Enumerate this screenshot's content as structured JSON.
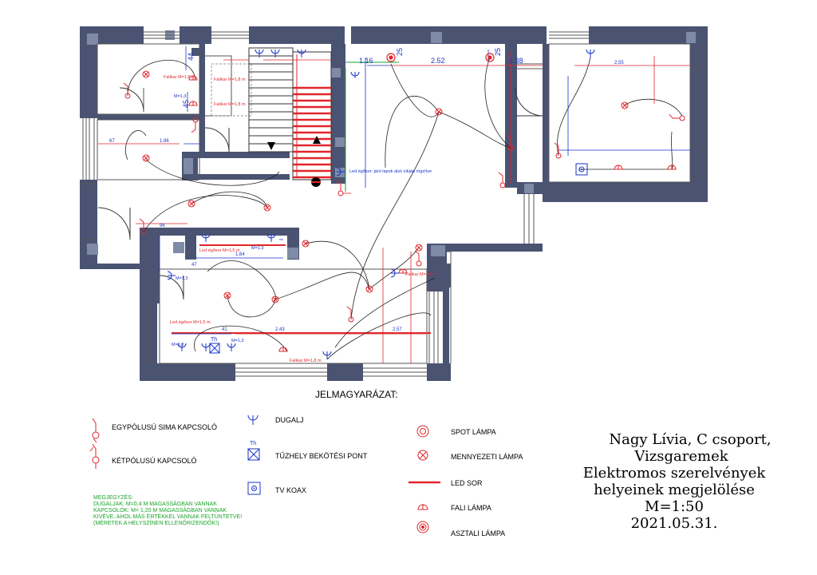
{
  "plan": {
    "dimensions": {
      "d44": "44",
      "d1_16": "1.16",
      "d25a": "25",
      "d2_52": "2.52",
      "d25b": "25",
      "d1_38": "1.38",
      "d2_55": "2,55",
      "d45": "45",
      "d67": "67",
      "d1_96": "1,96",
      "d96": "96",
      "d47": "47",
      "d2_43": "2.43",
      "d2_57": "2,57",
      "d41": "41",
      "d1_64": "1,64"
    },
    "labels": {
      "fali_1": "Falikar M=1,8 m",
      "fali_2": "Falikar M=1,8 m",
      "fali_3": "Falikar M=1,8 m",
      "m13_a": "M=1,3",
      "led_stair": "Led égősor: járó lapok alsó síkján rögzítve",
      "led_kitchen": "Led égősor M=1,5 m",
      "m13_b": "M=1,3",
      "m13_c": "M=1,3",
      "led_living": "Led égősor M=1,5 m",
      "m13_d": "M=1,3",
      "m13_e": "M=1,3",
      "fali_4": "Falikar M=1,8 m",
      "fali_5": "Falikar M=1,8 m",
      "th": "Th"
    }
  },
  "legend": {
    "title": "JELMAGYARÁZAT:",
    "items": {
      "switch_single": "EGYPÓLUSÚ SIMA KAPCSOLÓ",
      "switch_double": "KÉTPÓLUSÚ KAPCSOLÓ",
      "socket": "DUGALJ",
      "stove": "TŰZHELY BEKÖTÉSI PONT",
      "tv": "TV KOAX",
      "spot": "SPOT LÁMPA",
      "ceiling": "MENNYEZETI LÁMPA",
      "led": "LED SOR",
      "wall": "FALI LÁMPA",
      "table": "ASZTALI LÁMPA"
    },
    "stove_symbol": "Th",
    "note": [
      "MEGJEGYZÉS:",
      "DUGALJAK: M=0,4 M MAGASSÁGBAN VANNAK",
      "KAPCSOLÓK: M= 1,20  M MAGASSÁGBAN VANNAK",
      "KIVÉVE, AHOL MÁS ÉRTÉKKEL  VANNAK FELTÜNTETVE!",
      "(MÉRETEK A HELYSZÍNEN ELLENŐRIZENDŐK!)"
    ]
  },
  "title_block": {
    "line1": "Nagy Lívia, C csoport,",
    "line2": "Vizsgaremek",
    "line3": "Elektromos szerelvények",
    "line4": "helyeinek megjelölése",
    "line5": "M=1:50",
    "line6": "2021.05.31."
  },
  "colors": {
    "wall": "#4b5372",
    "window": "#7f8aa6",
    "symbol": "#e0262b",
    "dimension_blue": "#1a35c9",
    "note_green": "#1aa52a"
  }
}
